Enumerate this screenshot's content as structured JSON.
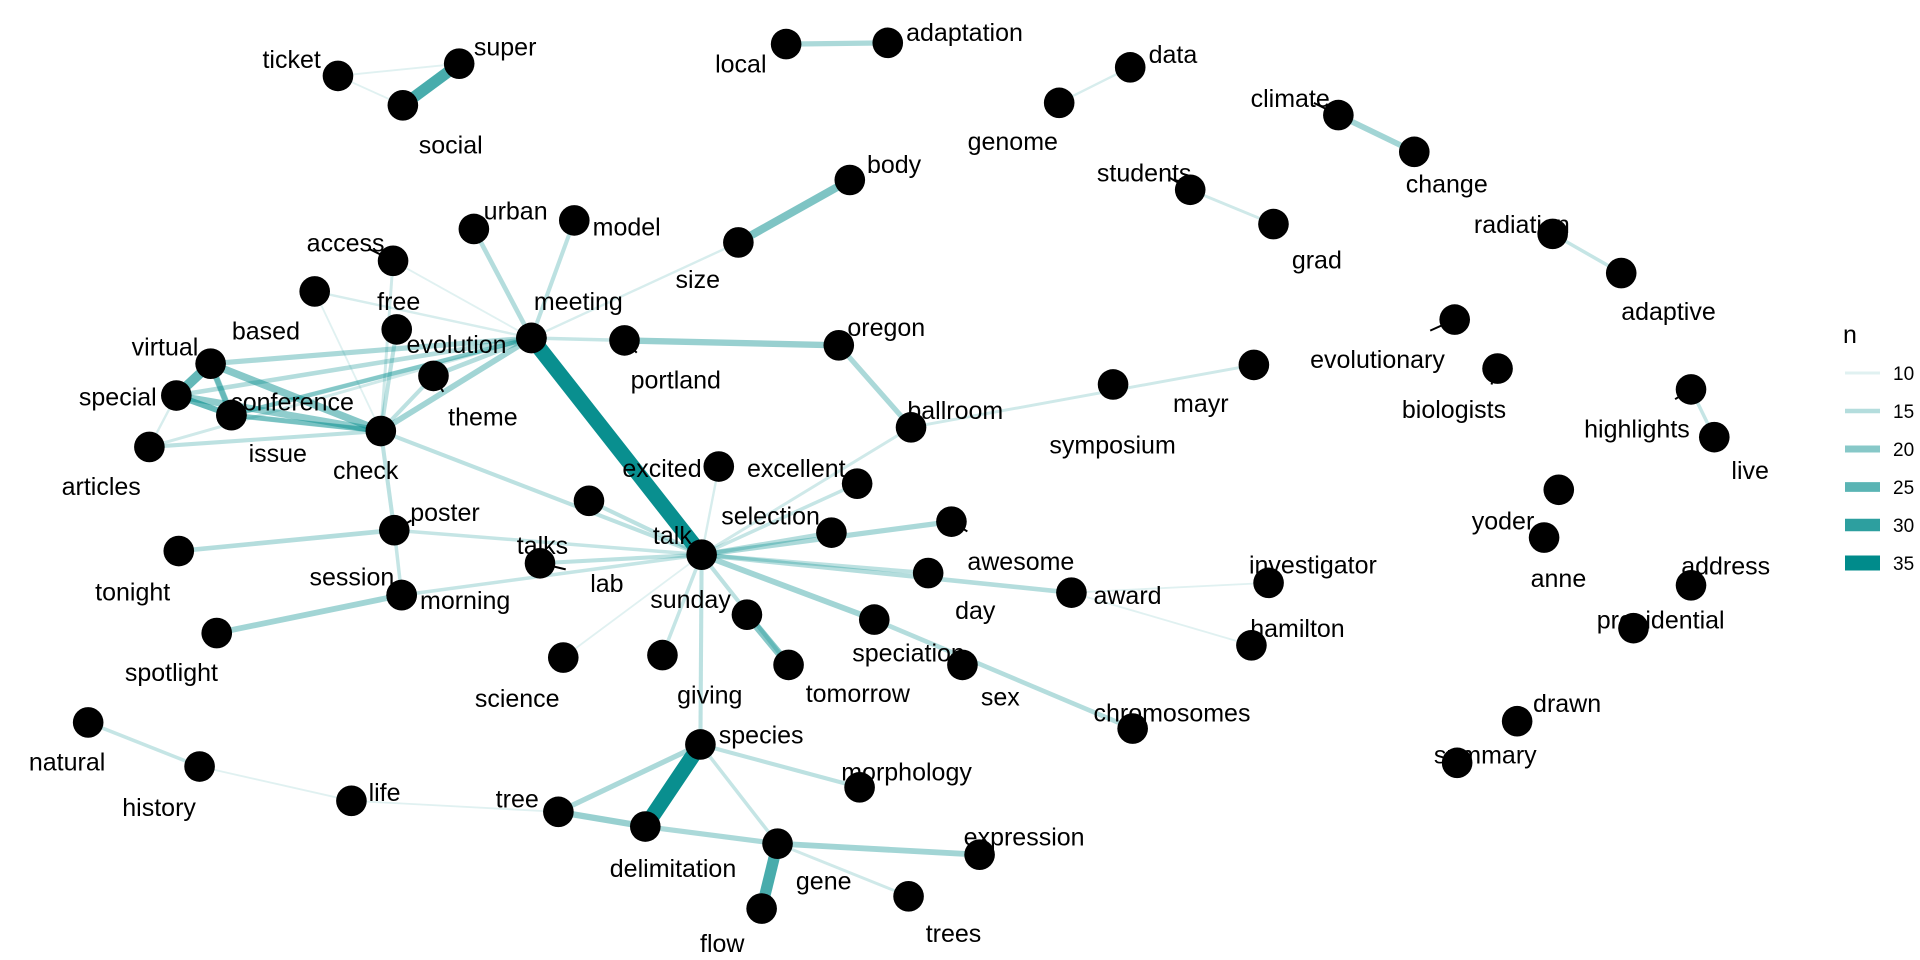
{
  "graph": {
    "edge_color": "#008B8B",
    "node_color": "#000000",
    "legend": {
      "title": "n",
      "entries": [
        {
          "label": "10",
          "value": 10
        },
        {
          "label": "15",
          "value": 15
        },
        {
          "label": "20",
          "value": 20
        },
        {
          "label": "25",
          "value": 25
        },
        {
          "label": "30",
          "value": 30
        },
        {
          "label": "35",
          "value": 35
        }
      ]
    },
    "nodes": [
      {
        "id": "ticket",
        "label": "ticket"
      },
      {
        "id": "super",
        "label": "super"
      },
      {
        "id": "social",
        "label": "social"
      },
      {
        "id": "local",
        "label": "local"
      },
      {
        "id": "adaptation",
        "label": "adaptation"
      },
      {
        "id": "data",
        "label": "data"
      },
      {
        "id": "genome",
        "label": "genome"
      },
      {
        "id": "climate",
        "label": "climate"
      },
      {
        "id": "change",
        "label": "change"
      },
      {
        "id": "students",
        "label": "students"
      },
      {
        "id": "grad",
        "label": "grad"
      },
      {
        "id": "radiation",
        "label": "radiation"
      },
      {
        "id": "adaptive",
        "label": "adaptive"
      },
      {
        "id": "evolutionary",
        "label": "evolutionary"
      },
      {
        "id": "biologists",
        "label": "biologists"
      },
      {
        "id": "highlights",
        "label": "highlights"
      },
      {
        "id": "live",
        "label": "live"
      },
      {
        "id": "yoder",
        "label": "yoder"
      },
      {
        "id": "anne",
        "label": "anne"
      },
      {
        "id": "address",
        "label": "address"
      },
      {
        "id": "presidential",
        "label": "presidential"
      },
      {
        "id": "drawn",
        "label": "drawn"
      },
      {
        "id": "summary",
        "label": "summary"
      },
      {
        "id": "body",
        "label": "body"
      },
      {
        "id": "size",
        "label": "size"
      },
      {
        "id": "urban",
        "label": "urban"
      },
      {
        "id": "model",
        "label": "model"
      },
      {
        "id": "access",
        "label": "access"
      },
      {
        "id": "free",
        "label": "free"
      },
      {
        "id": "based",
        "label": "based"
      },
      {
        "id": "meeting",
        "label": "meeting"
      },
      {
        "id": "evolution",
        "label": "evolution"
      },
      {
        "id": "portland",
        "label": "portland"
      },
      {
        "id": "oregon",
        "label": "oregon"
      },
      {
        "id": "virtual",
        "label": "virtual"
      },
      {
        "id": "special",
        "label": "special"
      },
      {
        "id": "conference",
        "label": "conference"
      },
      {
        "id": "theme",
        "label": "theme"
      },
      {
        "id": "issue",
        "label": "issue"
      },
      {
        "id": "articles",
        "label": "articles"
      },
      {
        "id": "check",
        "label": "check"
      },
      {
        "id": "ballroom",
        "label": "ballroom"
      },
      {
        "id": "symposium",
        "label": "symposium"
      },
      {
        "id": "mayr",
        "label": "mayr"
      },
      {
        "id": "excited",
        "label": "excited"
      },
      {
        "id": "excellent",
        "label": "excellent"
      },
      {
        "id": "poster",
        "label": "poster"
      },
      {
        "id": "talks",
        "label": "talks"
      },
      {
        "id": "selection",
        "label": "selection"
      },
      {
        "id": "talk",
        "label": "talk"
      },
      {
        "id": "awesome",
        "label": "awesome"
      },
      {
        "id": "tonight",
        "label": "tonight"
      },
      {
        "id": "session",
        "label": "session"
      },
      {
        "id": "lab",
        "label": "lab"
      },
      {
        "id": "sunday",
        "label": "sunday"
      },
      {
        "id": "investigator",
        "label": "investigator"
      },
      {
        "id": "day",
        "label": "day"
      },
      {
        "id": "award",
        "label": "award"
      },
      {
        "id": "morning",
        "label": "morning"
      },
      {
        "id": "hamilton",
        "label": "hamilton"
      },
      {
        "id": "spotlight",
        "label": "spotlight"
      },
      {
        "id": "speciation",
        "label": "speciation"
      },
      {
        "id": "science",
        "label": "science"
      },
      {
        "id": "giving",
        "label": "giving"
      },
      {
        "id": "tomorrow",
        "label": "tomorrow"
      },
      {
        "id": "sex",
        "label": "sex"
      },
      {
        "id": "chromosomes",
        "label": "chromosomes"
      },
      {
        "id": "species",
        "label": "species"
      },
      {
        "id": "natural",
        "label": "natural"
      },
      {
        "id": "morphology",
        "label": "morphology"
      },
      {
        "id": "history",
        "label": "history"
      },
      {
        "id": "life",
        "label": "life"
      },
      {
        "id": "tree",
        "label": "tree"
      },
      {
        "id": "expression",
        "label": "expression"
      },
      {
        "id": "delimitation",
        "label": "delimitation"
      },
      {
        "id": "gene",
        "label": "gene"
      },
      {
        "id": "trees",
        "label": "trees"
      },
      {
        "id": "flow",
        "label": "flow"
      }
    ],
    "edges": [
      {
        "source": "ticket",
        "target": "super",
        "n": 10
      },
      {
        "source": "ticket",
        "target": "social",
        "n": 10
      },
      {
        "source": "super",
        "target": "social",
        "n": 27
      },
      {
        "source": "local",
        "target": "adaptation",
        "n": 16
      },
      {
        "source": "genome",
        "target": "data",
        "n": 11
      },
      {
        "source": "climate",
        "target": "change",
        "n": 17
      },
      {
        "source": "students",
        "target": "grad",
        "n": 12
      },
      {
        "source": "radiation",
        "target": "adaptive",
        "n": 13
      },
      {
        "source": "highlights",
        "target": "live",
        "n": 13
      },
      {
        "source": "body",
        "target": "size",
        "n": 21
      },
      {
        "source": "size",
        "target": "evolution",
        "n": 11
      },
      {
        "source": "urban",
        "target": "evolution",
        "n": 15
      },
      {
        "source": "model",
        "target": "evolution",
        "n": 14
      },
      {
        "source": "access",
        "target": "check",
        "n": 12
      },
      {
        "source": "access",
        "target": "evolution",
        "n": 10
      },
      {
        "source": "based",
        "target": "evolution",
        "n": 11
      },
      {
        "source": "based",
        "target": "check",
        "n": 10
      },
      {
        "source": "free",
        "target": "check",
        "n": 14
      },
      {
        "source": "evolution",
        "target": "meeting",
        "n": 29
      },
      {
        "source": "evolution",
        "target": "talk",
        "n": 34
      },
      {
        "source": "evolution",
        "target": "portland",
        "n": 13
      },
      {
        "source": "evolution",
        "target": "theme",
        "n": 15
      },
      {
        "source": "evolution",
        "target": "check",
        "n": 17
      },
      {
        "source": "evolution",
        "target": "virtual",
        "n": 16
      },
      {
        "source": "evolution",
        "target": "special",
        "n": 15
      },
      {
        "source": "evolution",
        "target": "conference",
        "n": 15
      },
      {
        "source": "evolution",
        "target": "articles",
        "n": 12
      },
      {
        "source": "evolution",
        "target": "issue",
        "n": 14
      },
      {
        "source": "portland",
        "target": "oregon",
        "n": 18
      },
      {
        "source": "oregon",
        "target": "ballroom",
        "n": 16
      },
      {
        "source": "virtual",
        "target": "special",
        "n": 24
      },
      {
        "source": "virtual",
        "target": "conference",
        "n": 16
      },
      {
        "source": "virtual",
        "target": "issue",
        "n": 18
      },
      {
        "source": "virtual",
        "target": "check",
        "n": 20
      },
      {
        "source": "special",
        "target": "conference",
        "n": 17
      },
      {
        "source": "special",
        "target": "issue",
        "n": 17
      },
      {
        "source": "special",
        "target": "check",
        "n": 19
      },
      {
        "source": "special",
        "target": "articles",
        "n": 11
      },
      {
        "source": "conference",
        "target": "check",
        "n": 16
      },
      {
        "source": "articles",
        "target": "check",
        "n": 14
      },
      {
        "source": "issue",
        "target": "check",
        "n": 15
      },
      {
        "source": "theme",
        "target": "check",
        "n": 14
      },
      {
        "source": "check",
        "target": "talk",
        "n": 14
      },
      {
        "source": "check",
        "target": "poster",
        "n": 14
      },
      {
        "source": "ballroom",
        "target": "mayr",
        "n": 12
      },
      {
        "source": "ballroom",
        "target": "talk",
        "n": 12
      },
      {
        "source": "talk",
        "target": "excited",
        "n": 11
      },
      {
        "source": "talk",
        "target": "excellent",
        "n": 13
      },
      {
        "source": "talk",
        "target": "selection",
        "n": 15
      },
      {
        "source": "talk",
        "target": "awesome",
        "n": 16
      },
      {
        "source": "talk",
        "target": "talks",
        "n": 14
      },
      {
        "source": "talk",
        "target": "poster",
        "n": 13
      },
      {
        "source": "talk",
        "target": "lab",
        "n": 14
      },
      {
        "source": "talk",
        "target": "morning",
        "n": 13
      },
      {
        "source": "talk",
        "target": "science",
        "n": 10
      },
      {
        "source": "talk",
        "target": "giving",
        "n": 13
      },
      {
        "source": "talk",
        "target": "tomorrow",
        "n": 14
      },
      {
        "source": "talk",
        "target": "speciation",
        "n": 17
      },
      {
        "source": "talk",
        "target": "day",
        "n": 14
      },
      {
        "source": "talk",
        "target": "award",
        "n": 15
      },
      {
        "source": "talk",
        "target": "species",
        "n": 14
      },
      {
        "source": "sunday",
        "target": "tomorrow",
        "n": 20
      },
      {
        "source": "tonight",
        "target": "poster",
        "n": 15
      },
      {
        "source": "session",
        "target": "poster",
        "n": 13
      },
      {
        "source": "spotlight",
        "target": "morning",
        "n": 17
      },
      {
        "source": "award",
        "target": "investigator",
        "n": 10
      },
      {
        "source": "award",
        "target": "hamilton",
        "n": 10
      },
      {
        "source": "speciation",
        "target": "chromosomes",
        "n": 15
      },
      {
        "source": "species",
        "target": "delimitation",
        "n": 34
      },
      {
        "source": "species",
        "target": "tree",
        "n": 16
      },
      {
        "source": "species",
        "target": "morphology",
        "n": 14
      },
      {
        "source": "species",
        "target": "gene",
        "n": 13
      },
      {
        "source": "natural",
        "target": "history",
        "n": 13
      },
      {
        "source": "history",
        "target": "life",
        "n": 10
      },
      {
        "source": "life",
        "target": "tree",
        "n": 10
      },
      {
        "source": "tree",
        "target": "delimitation",
        "n": 18
      },
      {
        "source": "delimitation",
        "target": "gene",
        "n": 16
      },
      {
        "source": "gene",
        "target": "flow",
        "n": 27
      },
      {
        "source": "gene",
        "target": "expression",
        "n": 17
      },
      {
        "source": "gene",
        "target": "trees",
        "n": 12
      }
    ]
  }
}
